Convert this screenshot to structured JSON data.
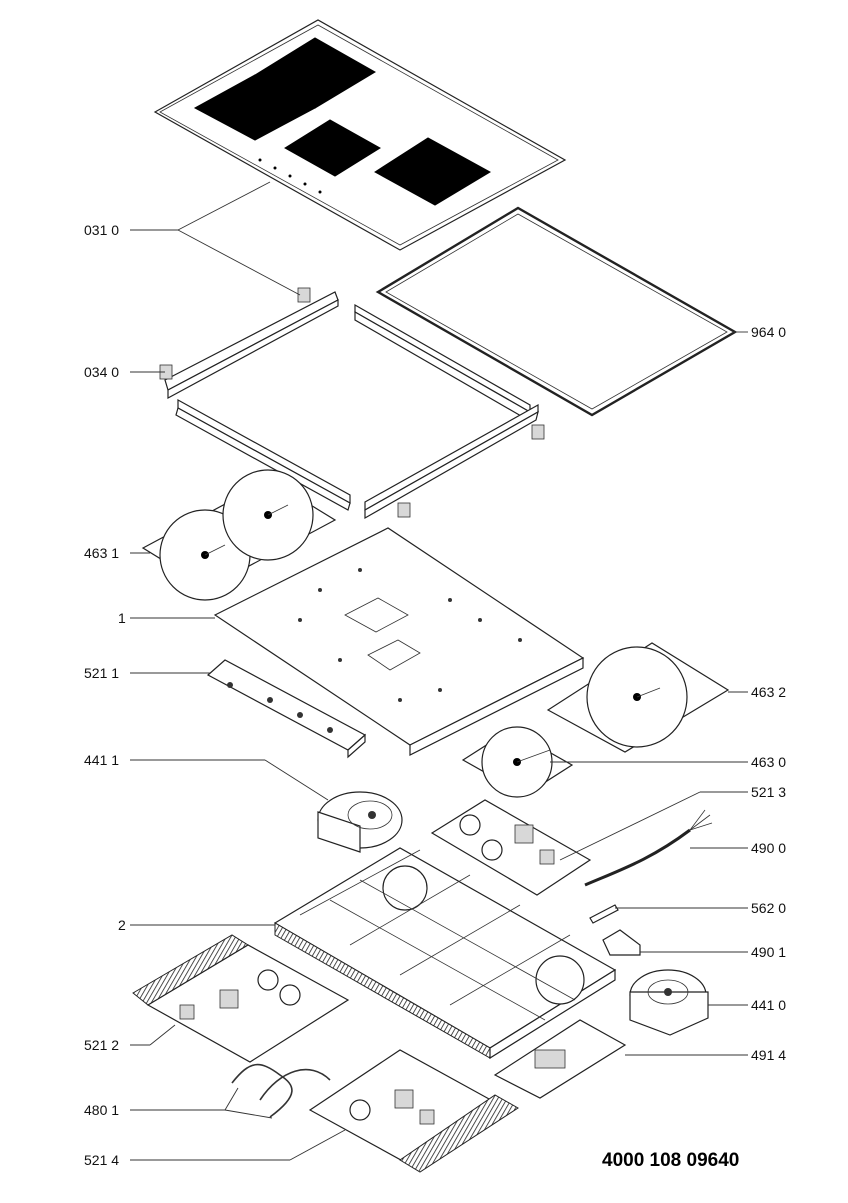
{
  "callouts": {
    "c0310": "031 0",
    "c0340": "034 0",
    "c4631": "463 1",
    "c1": "1",
    "c5211": "521 1",
    "c4411": "441 1",
    "c2": "2",
    "c5212": "521 2",
    "c4801": "480 1",
    "c5214": "521 4",
    "c9640": "964 0",
    "c4632": "463 2",
    "c4630": "463 0",
    "c5213": "521 3",
    "c4900": "490 0",
    "c5620": "562 0",
    "c4901": "490 1",
    "c4410": "441 0",
    "c4914": "491 4"
  },
  "document_number": "4000 108 09640"
}
